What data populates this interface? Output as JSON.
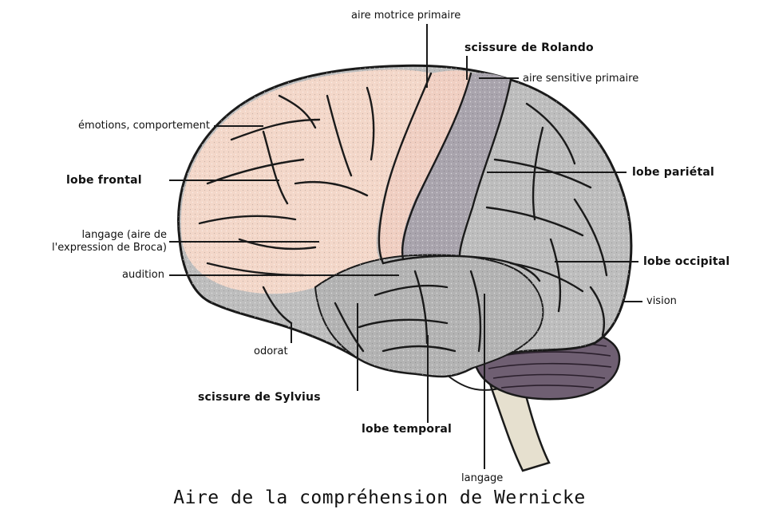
{
  "labels": {
    "motor": "aire motrice primaire",
    "rolando": "scissure de Rolando",
    "sensory": "aire sensitive primaire",
    "emotions": "émotions, comportement",
    "frontal": "lobe frontal",
    "parietal": "lobe pariétal",
    "broca": "langage (aire de\nl'expression de Broca)",
    "audition": "audition",
    "occipital": "lobe occipital",
    "vision": "vision",
    "odorat": "odorat",
    "sylvius": "scissure de Sylvius",
    "temporal": "lobe temporal",
    "langage": "langage"
  },
  "caption": "Aire de la compréhension de Wernicke",
  "colors": {
    "frontal_region": "#f3d7c9",
    "motor_strip": "#f0cfc2",
    "sensory_strip": "#a9a4ad",
    "cortex_gray": "#bdbdbd",
    "temporal_gray": "#b3b3b3",
    "cerebellum": "#6f5f72",
    "brainstem": "#e6e0cf",
    "outline": "#1a1a1a"
  }
}
